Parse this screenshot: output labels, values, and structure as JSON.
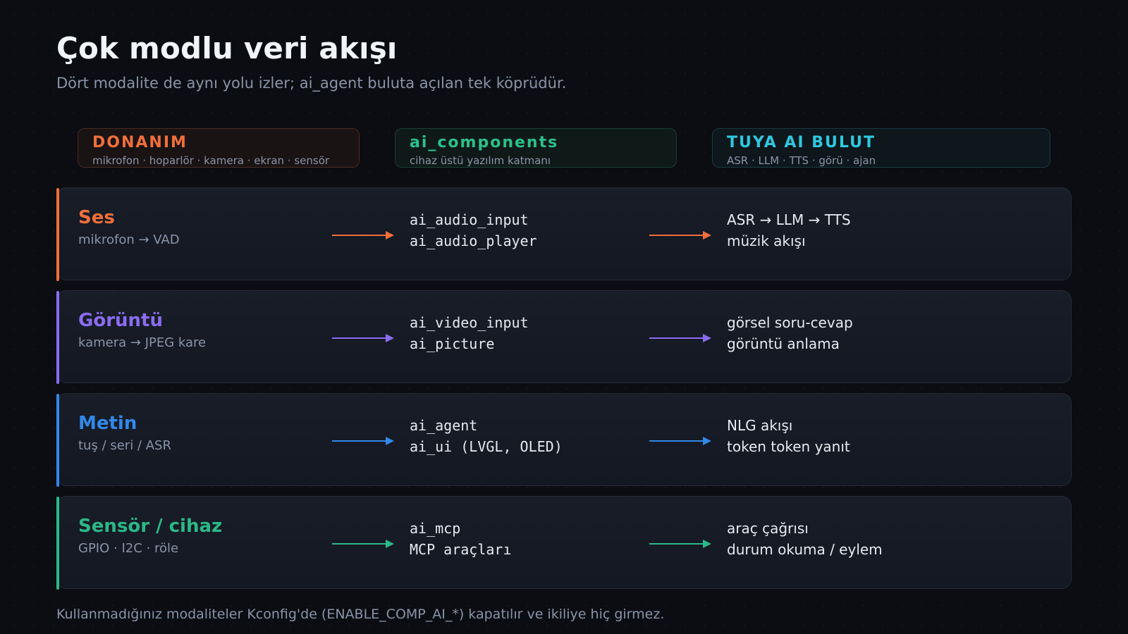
{
  "title": "Çok modlu veri akışı",
  "subtitle": "Dört modalite de aynı yolu izler; ai_agent buluta açılan tek köprüdür.",
  "columns": {
    "hardware": {
      "title": "DONANIM",
      "subtitle": "mikrofon · hoparlör · kamera · ekran · sensör",
      "color": "#f06f3c"
    },
    "components": {
      "title": "ai_components",
      "subtitle": "cihaz üstü yazılım katmanı",
      "color": "#2cc08a"
    },
    "cloud": {
      "title": "TUYA AI BULUT",
      "subtitle": "ASR · LLM · TTS · görü · ajan",
      "color": "#2ec8e0"
    }
  },
  "rows": [
    {
      "name": "Ses",
      "desc": "mikrofon → VAD",
      "modules": [
        "ai_audio_input",
        "ai_audio_player"
      ],
      "cloud": [
        "ASR → LLM → TTS",
        "müzik akışı"
      ],
      "color": "#f06f3c"
    },
    {
      "name": "Görüntü",
      "desc": "kamera → JPEG kare",
      "modules": [
        "ai_video_input",
        "ai_picture"
      ],
      "cloud": [
        "görsel soru-cevap",
        "görüntü anlama"
      ],
      "color": "#8b6cf0"
    },
    {
      "name": "Metin",
      "desc": "tuş / seri / ASR",
      "modules": [
        "ai_agent",
        "ai_ui (LVGL, OLED)"
      ],
      "cloud": [
        "NLG akışı",
        "token token yanıt"
      ],
      "color": "#3288e8"
    },
    {
      "name": "Sensör / cihaz",
      "desc": "GPIO · I2C · röle",
      "modules": [
        "ai_mcp",
        "MCP araçları"
      ],
      "cloud": [
        "araç çağrısı",
        "durum okuma / eylem"
      ],
      "color": "#2cb887"
    }
  ],
  "footnote": "Kullanmadığınız modaliteler Kconfig'de (ENABLE_COMP_AI_*) kapatılır ve ikiliye hiç girmez."
}
